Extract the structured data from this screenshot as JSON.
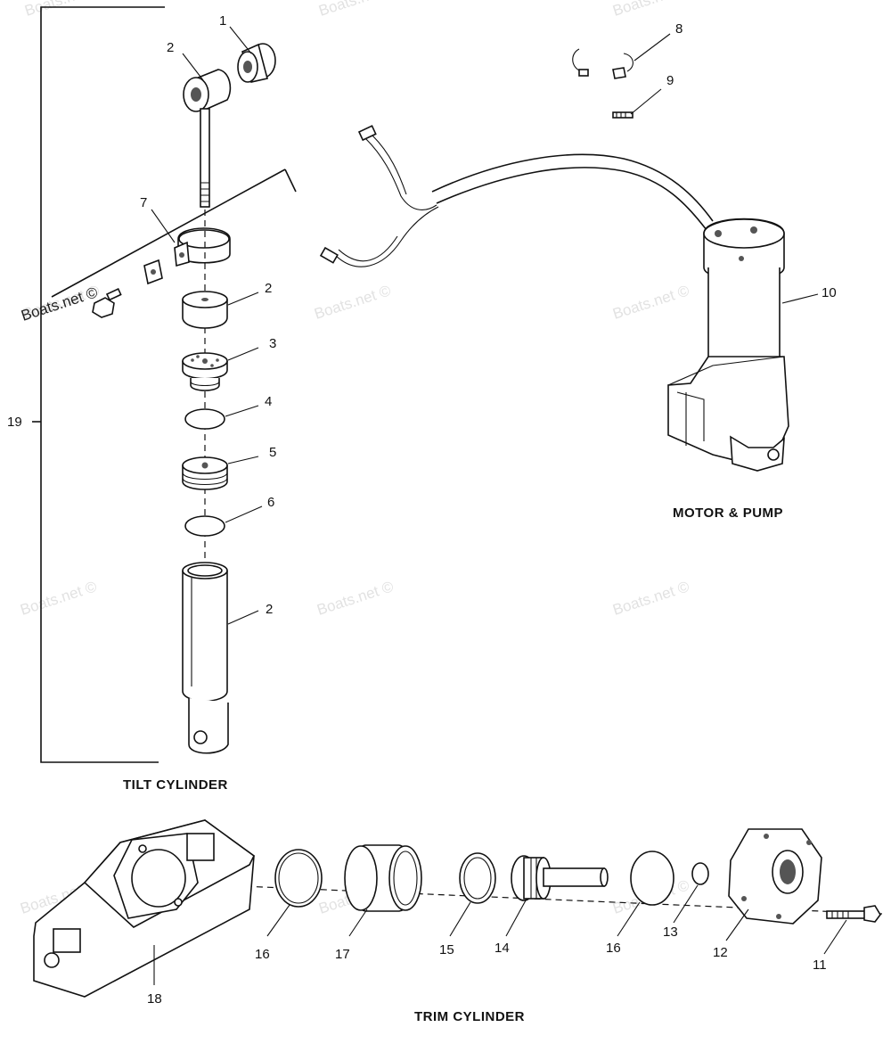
{
  "diagram": {
    "titles": {
      "tilt": "TILT CYLINDER",
      "motor": "MOTOR & PUMP",
      "trim": "TRIM CYLINDER"
    },
    "watermark": "Boats.net ©",
    "callouts": {
      "c1": "1",
      "c2a": "2",
      "c8": "8",
      "c9": "9",
      "c7": "7",
      "c2b": "2",
      "c3": "3",
      "c4": "4",
      "c5": "5",
      "c6": "6",
      "c2c": "2",
      "c19": "19",
      "c10": "10",
      "c16a": "16",
      "c17": "17",
      "c15": "15",
      "c14": "14",
      "c16b": "16",
      "c13": "13",
      "c12": "12",
      "c11": "11",
      "c18": "18"
    }
  }
}
